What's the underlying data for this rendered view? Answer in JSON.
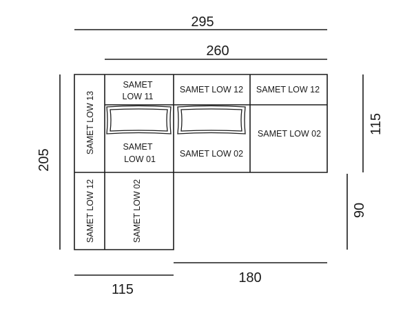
{
  "dimensions": {
    "top_total": "295",
    "top_inner": "260",
    "left_height": "205",
    "right_upper": "115",
    "right_lower": "90",
    "bottom_left": "115",
    "bottom_right": "180"
  },
  "modules": {
    "col_left_upper": "SAMET LOW 13",
    "col_left_lower": "SAMET LOW 12",
    "corner_top_line1": "SAMET",
    "corner_top_line2": "LOW 11",
    "corner_seat_line1": "SAMET",
    "corner_seat_line2": "LOW 01",
    "corner_lower": "SAMET LOW 02",
    "mid_back": "SAMET LOW 12",
    "mid_seat": "SAMET LOW 02",
    "right_back": "SAMET LOW 12",
    "right_seat": "SAMET LOW 02"
  },
  "colors": {
    "stroke": "#1a1a1a",
    "background": "#ffffff"
  }
}
